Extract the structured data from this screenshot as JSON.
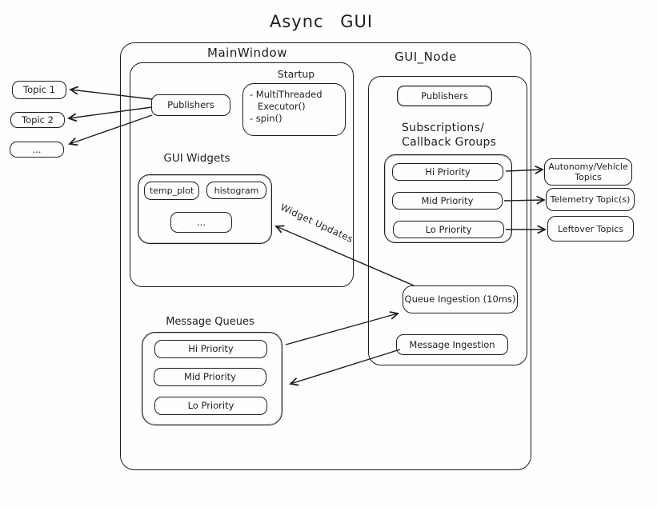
{
  "title": "Async GUI",
  "colors": {
    "stroke": "#1e1e1e",
    "background": "#fefefd"
  },
  "left_topics": {
    "items": [
      "Topic 1",
      "Topic 2",
      "..."
    ]
  },
  "main_window": {
    "label": "MainWindow",
    "publishers_label": "Publishers",
    "startup": {
      "label": "Startup",
      "lines": [
        "- MultiThreaded",
        "Executor()",
        "- spin()"
      ]
    },
    "gui_widgets": {
      "label": "GUI Widgets",
      "items": [
        "temp_plot",
        "histogram",
        "..."
      ]
    },
    "message_queues": {
      "label": "Message Queues",
      "items": [
        "Hi Priority",
        "Mid Priority",
        "Lo Priority"
      ]
    }
  },
  "gui_node": {
    "label": "GUI_Node",
    "publishers_label": "Publishers",
    "subscriptions": {
      "label_line1": "Subscriptions/",
      "label_line2": "Callback Groups",
      "items": [
        "Hi Priority",
        "Mid Priority",
        "Lo Priority"
      ]
    },
    "queue_ingestion_label": "Queue Ingestion (10ms)",
    "message_ingestion_label": "Message Ingestion"
  },
  "right_topics": {
    "items": [
      "Autonomy/Vehicle Topics",
      "Telemetry Topic(s)",
      "Leftover Topics"
    ]
  },
  "edge_labels": {
    "widget_updates": "Widget Updates"
  }
}
